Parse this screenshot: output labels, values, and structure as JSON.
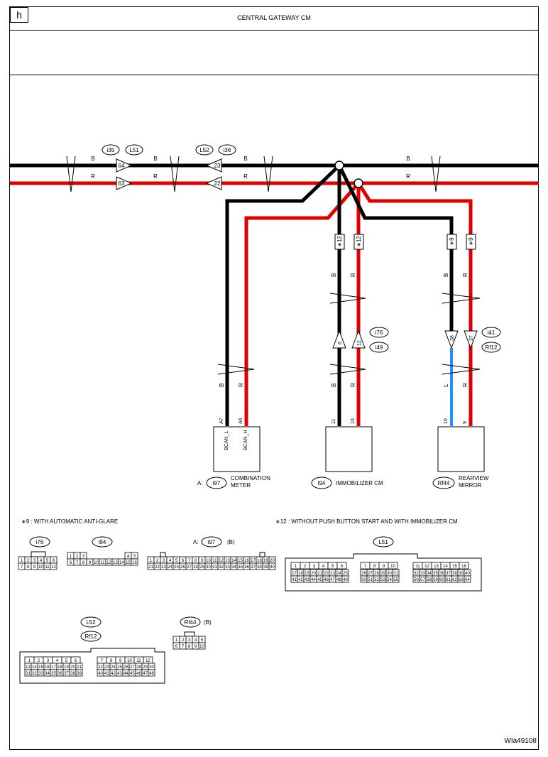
{
  "page_letter": "h",
  "title": "CENTRAL GATEWAY CM",
  "figure_id": "WIa49108",
  "wire_labels": {
    "black": "B",
    "red": "R",
    "blue": "L"
  },
  "inline_connectors": {
    "i35": "i35",
    "L51": "L51",
    "L52": "L52",
    "i36": "i36",
    "i76": "i76",
    "i49": "i49",
    "i41": "i41",
    "Rf12": "Rf12",
    "pin_64": "64",
    "pin_63": "63",
    "pin_23": "23",
    "pin_22": "22",
    "pin_6": "6",
    "pin_12": "12",
    "pin_38": "38",
    "pin_37": "37"
  },
  "option_codes": {
    "star12": "∗12",
    "star9": "∗9"
  },
  "components": {
    "meter": {
      "prefix": "A:",
      "connector": "i97",
      "name_1": "COMBINATION",
      "name_2": "METER",
      "pin_left": "A7",
      "pin_right": "A6",
      "label_left": "BCAN_L",
      "label_right": "BCAN_H"
    },
    "immobilizer": {
      "connector": "i94",
      "name": "IMMOBILIZER CM",
      "pin_left": "11",
      "pin_right": "10"
    },
    "mirror": {
      "connector": "Rf44",
      "name_1": "REARVIEW",
      "name_2": "MIRROR",
      "pin_left": "10",
      "pin_right": "9"
    }
  },
  "notes": {
    "note9": "∗9  : WITH AUTOMATIC ANTI-GLARE",
    "note12": "∗12  : WITHOUT PUSH BUTTON START AND WITH IMMOBILIZER CM"
  },
  "connector_views": {
    "i76": {
      "label": "i76",
      "rows": [
        [
          "1",
          "2",
          "3",
          "4",
          "5",
          "6"
        ],
        [
          "7",
          "8",
          "9",
          "10",
          "11",
          "12"
        ]
      ]
    },
    "i94": {
      "label": "i94",
      "rows": [
        [
          "1",
          "2",
          "3",
          "",
          "",
          "",
          "",
          "",
          "",
          "4",
          "5"
        ],
        [
          "6",
          "7",
          "8",
          "9",
          "10",
          "11",
          "12",
          "13",
          "14",
          "15",
          "16"
        ]
      ]
    },
    "i97": {
      "prefix": "A:",
      "label": "i97",
      "suffix": "(B)",
      "rows": [
        [
          "1",
          "2",
          "3",
          "4",
          "5",
          "6",
          "7",
          "8",
          "9",
          "10",
          "11",
          "12",
          "13",
          "14",
          "15",
          "16",
          "17",
          "18",
          "19",
          "20"
        ],
        [
          "21",
          "22",
          "23",
          "24",
          "25",
          "26",
          "27",
          "28",
          "29",
          "30",
          "31",
          "32",
          "33",
          "34",
          "35",
          "36",
          "37",
          "38",
          "39",
          "40"
        ]
      ]
    },
    "L51": {
      "label": "L51",
      "left": [
        [
          "1",
          "2",
          "3",
          "4",
          "5",
          "6"
        ],
        [
          "17",
          "18",
          "19",
          "20",
          "21",
          "22",
          "23",
          "24",
          "25"
        ],
        [
          "41",
          "42",
          "43",
          "44",
          "45",
          "46",
          "47",
          "48",
          "49"
        ]
      ],
      "mid": [
        [
          "7",
          "8",
          "9",
          "10"
        ],
        [
          "26",
          "27",
          "28",
          "29",
          "30",
          "31"
        ],
        [
          "50",
          "51",
          "52",
          "53",
          "54",
          "55"
        ]
      ],
      "right": [
        [
          "11",
          "12",
          "13",
          "14",
          "15",
          "16"
        ],
        [
          "32",
          "33",
          "34",
          "35",
          "36",
          "37",
          "38",
          "39",
          "40"
        ],
        [
          "56",
          "57",
          "58",
          "59",
          "60",
          "61",
          "62",
          "63",
          "64"
        ]
      ]
    },
    "L52": {
      "label": "L52",
      "label2": "Rf12",
      "left": [
        [
          "1",
          "2",
          "3",
          "4",
          "5",
          "6"
        ],
        [
          "13",
          "14",
          "15",
          "16",
          "17",
          "18",
          "19",
          "20",
          "21"
        ],
        [
          "31",
          "32",
          "33",
          "34",
          "35",
          "36",
          "37",
          "38",
          "39"
        ]
      ],
      "right": [
        [
          "7",
          "8",
          "9",
          "10",
          "11",
          "12"
        ],
        [
          "22",
          "23",
          "24",
          "25",
          "26",
          "27",
          "28",
          "29",
          "30"
        ],
        [
          "40",
          "41",
          "42",
          "43",
          "44",
          "45",
          "46",
          "47",
          "48"
        ]
      ]
    },
    "Rf44": {
      "label": "Rf44",
      "suffix": "(B)",
      "rows": [
        [
          "1",
          "2",
          "3",
          "4",
          "5"
        ],
        [
          "6",
          "7",
          "8",
          "9",
          "10"
        ]
      ]
    }
  }
}
